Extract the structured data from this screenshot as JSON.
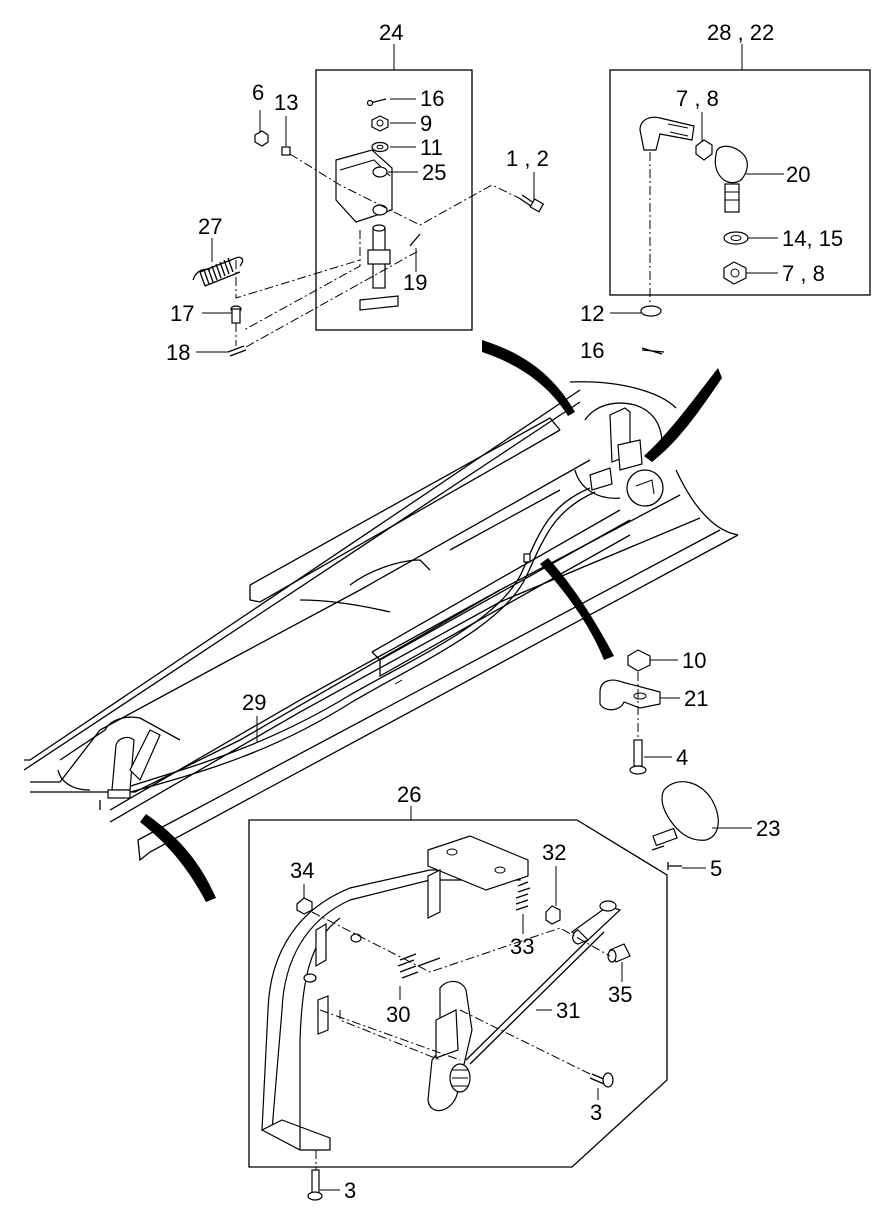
{
  "callouts": [
    "24",
    "28 , 22",
    "6",
    "13",
    "16",
    "9",
    "11",
    "25",
    "1 , 2",
    "27",
    "19",
    "17",
    "18",
    "7 , 8",
    "20",
    "14, 15",
    "7 , 8",
    "12",
    "16",
    "10",
    "21",
    "29",
    "4",
    "26",
    "23",
    "5",
    "34",
    "32",
    "33",
    "30",
    "31",
    "35",
    "3",
    "3"
  ]
}
